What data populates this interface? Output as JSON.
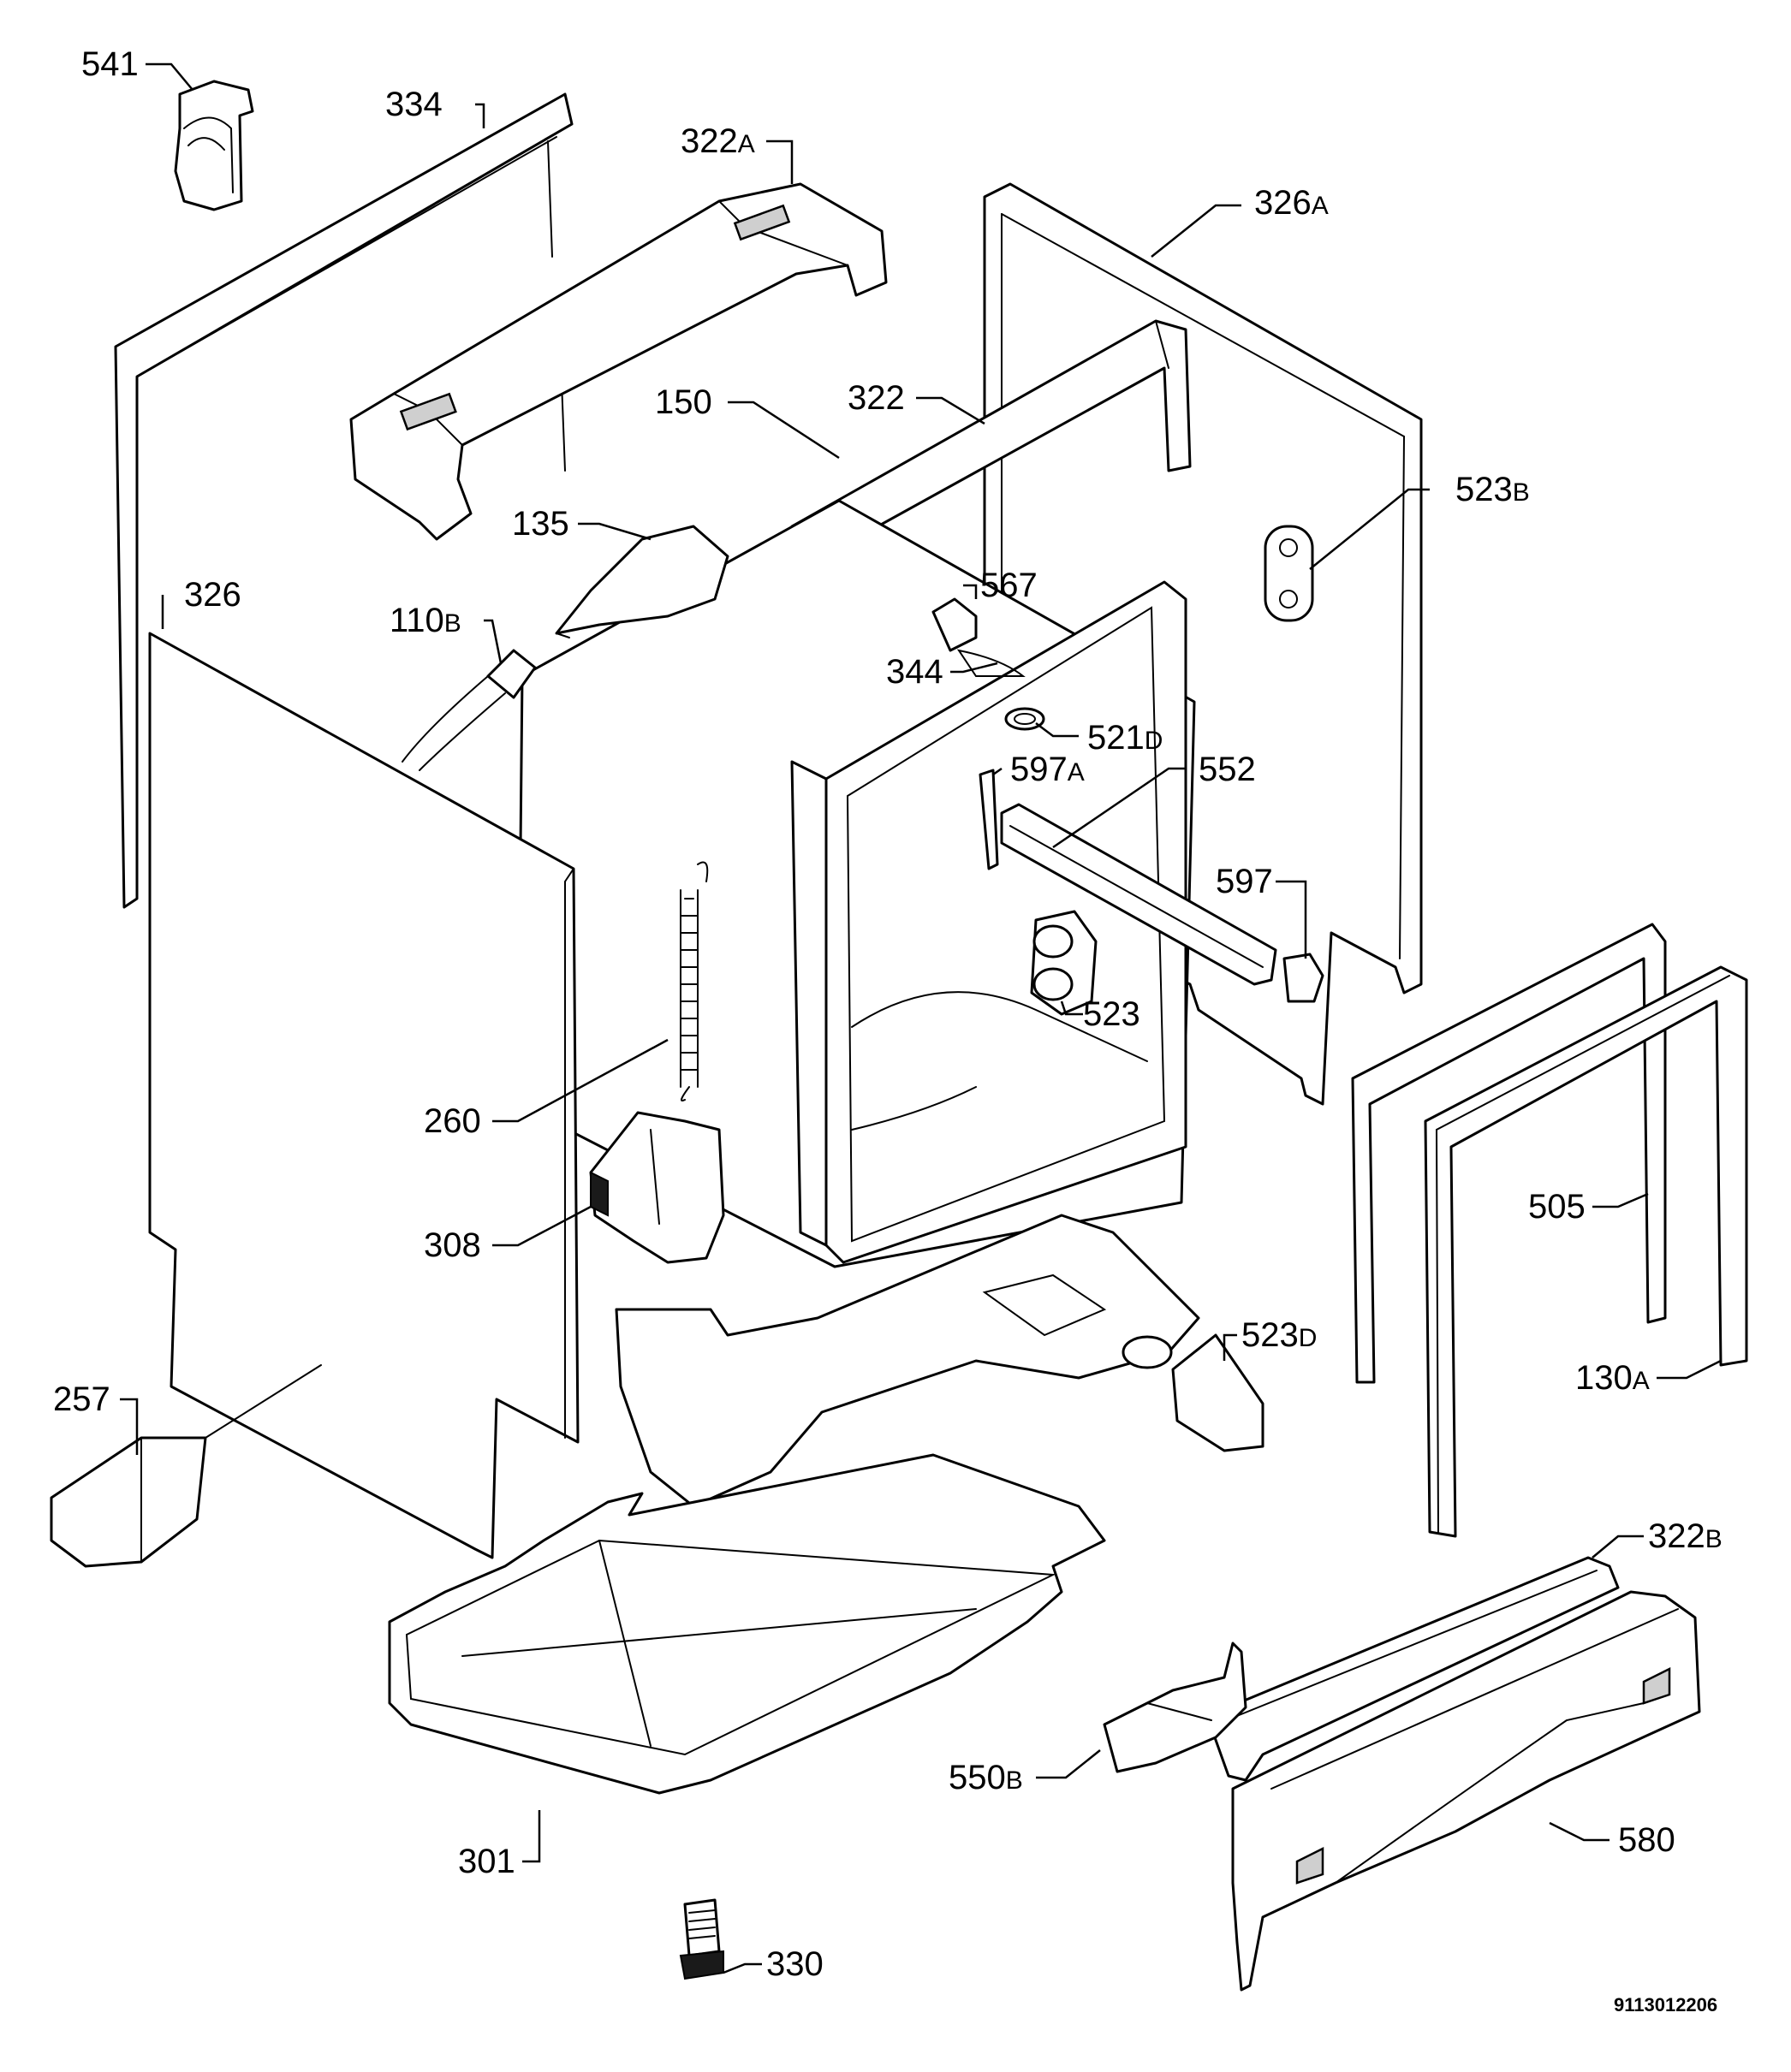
{
  "parts": [
    {
      "id": "541",
      "num": "541",
      "suffix": ""
    },
    {
      "id": "334",
      "num": "334",
      "suffix": ""
    },
    {
      "id": "322a",
      "num": "322",
      "suffix": "A"
    },
    {
      "id": "326a",
      "num": "326",
      "suffix": "A"
    },
    {
      "id": "150",
      "num": "150",
      "suffix": ""
    },
    {
      "id": "322",
      "num": "322",
      "suffix": ""
    },
    {
      "id": "523b",
      "num": "523",
      "suffix": "B"
    },
    {
      "id": "135",
      "num": "135",
      "suffix": ""
    },
    {
      "id": "326",
      "num": "326",
      "suffix": ""
    },
    {
      "id": "567",
      "num": "567",
      "suffix": ""
    },
    {
      "id": "110b",
      "num": "110",
      "suffix": "B"
    },
    {
      "id": "344",
      "num": "344",
      "suffix": ""
    },
    {
      "id": "521d",
      "num": "521",
      "suffix": "D"
    },
    {
      "id": "597a",
      "num": "597",
      "suffix": "A"
    },
    {
      "id": "552",
      "num": "552",
      "suffix": ""
    },
    {
      "id": "597",
      "num": "597",
      "suffix": ""
    },
    {
      "id": "523",
      "num": "523",
      "suffix": ""
    },
    {
      "id": "260",
      "num": "260",
      "suffix": ""
    },
    {
      "id": "505",
      "num": "505",
      "suffix": ""
    },
    {
      "id": "308",
      "num": "308",
      "suffix": ""
    },
    {
      "id": "523d",
      "num": "523",
      "suffix": "D"
    },
    {
      "id": "257",
      "num": "257",
      "suffix": ""
    },
    {
      "id": "130a",
      "num": "130",
      "suffix": "A"
    },
    {
      "id": "322b",
      "num": "322",
      "suffix": "B"
    },
    {
      "id": "550b",
      "num": "550",
      "suffix": "B"
    },
    {
      "id": "580",
      "num": "580",
      "suffix": ""
    },
    {
      "id": "301",
      "num": "301",
      "suffix": ""
    },
    {
      "id": "330",
      "num": "330",
      "suffix": ""
    }
  ],
  "drawing_reference": "9113012206"
}
